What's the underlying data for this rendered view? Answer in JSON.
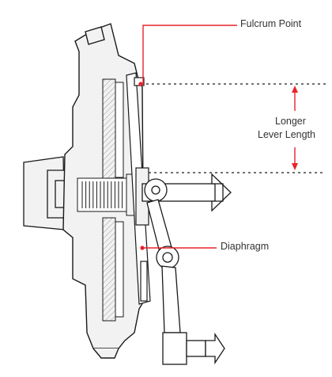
{
  "labels": {
    "fulcrum": "Fulcrum Point",
    "longer": "Longer",
    "lever_length": "Lever Length",
    "diaphragm": "Diaphragm"
  },
  "colors": {
    "accent": "#e8232a",
    "line": "#1a1a1a",
    "shade": "#f2f2f2",
    "hatch": "#9a9a9a"
  }
}
